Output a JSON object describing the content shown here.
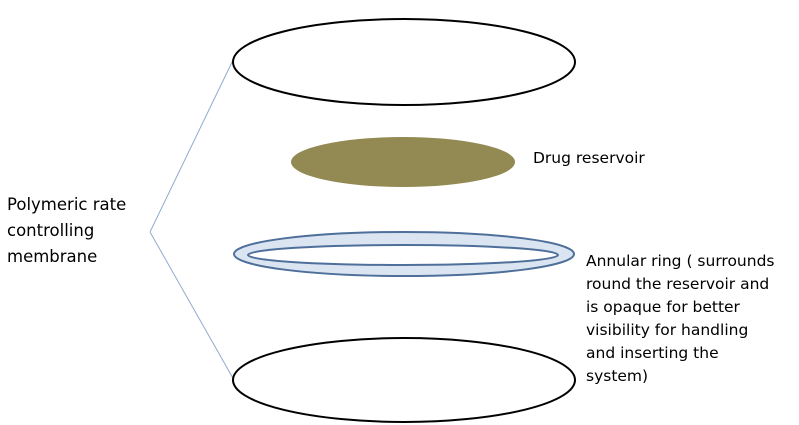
{
  "labels": {
    "membrane": [
      "Polymeric rate",
      "controlling",
      "membrane"
    ],
    "reservoir": "Drug reservoir",
    "ring": [
      "Annular ring ( surrounds",
      "round the reservoir and",
      "is opaque for better",
      "visibility for handling",
      "and inserting the",
      "system)"
    ]
  },
  "colors": {
    "reservoir_fill": "#938953",
    "ring_fill": "#dbe5f1",
    "ring_stroke": "#4f6f9b",
    "connector": "#8eaccc"
  }
}
